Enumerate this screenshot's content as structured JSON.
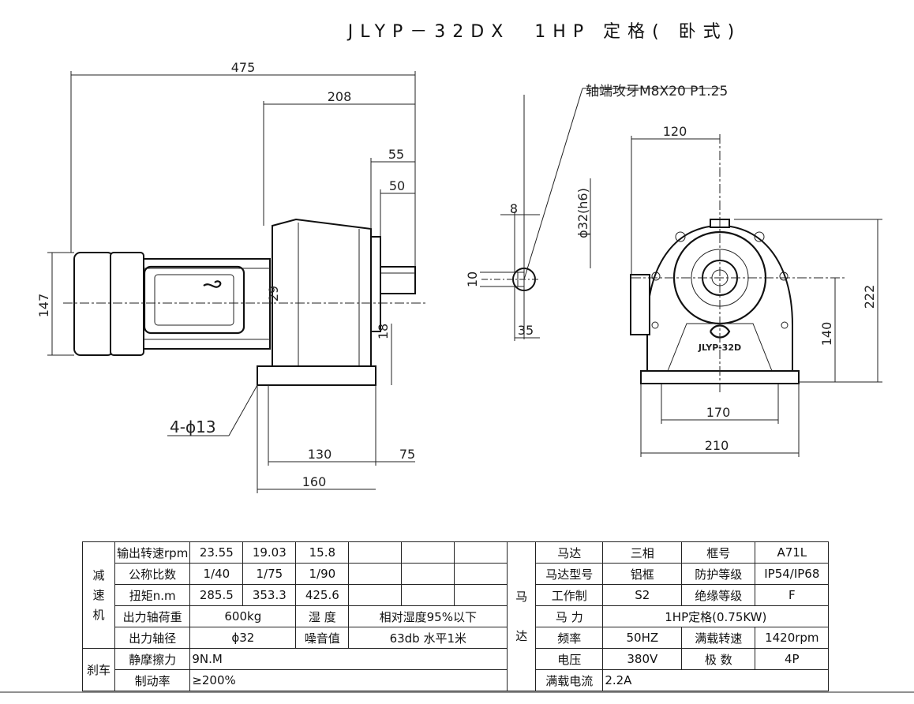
{
  "title": "JLYP－32DX　1HP 定格( 卧式)",
  "dims": {
    "d475": "475",
    "d208": "208",
    "d55": "55",
    "d50": "50",
    "d147": "147",
    "d29": "29",
    "d18": "18",
    "d4phi13": "4-ϕ13",
    "d130": "130",
    "d75": "75",
    "d160": "160",
    "shaft_note": "轴端攻牙M8X20 P1.25",
    "d8": "8",
    "d10": "10",
    "d35": "35",
    "d32h6": "ϕ32(h6)",
    "d120": "120",
    "d222": "222",
    "d140": "140",
    "d170": "170",
    "d210": "210",
    "logo": "JLYP-32D"
  },
  "table": {
    "reducer_label": "减\n速\n机",
    "brake_label": "刹车",
    "motor_label": "马\n\n达",
    "rows": [
      {
        "h": "输出转速rpm",
        "v": [
          "23.55",
          "19.03",
          "15.8",
          "",
          "",
          ""
        ]
      },
      {
        "h": "公称比数",
        "v": [
          "1/40",
          "1/75",
          "1/90",
          "",
          "",
          ""
        ]
      },
      {
        "h": "扭矩n.m",
        "v": [
          "285.5",
          "353.3",
          "425.6",
          "",
          "",
          ""
        ]
      }
    ],
    "load_label": "出力轴荷重",
    "load_val": "600kg",
    "humidity_label": "湿 度",
    "humidity_val": "相对湿度95%以下",
    "shaft_label": "出力轴径",
    "shaft_val": "ϕ32",
    "noise_label": "噪音值",
    "noise_val": "63db 水平1米",
    "friction_label": "静摩擦力",
    "friction_val": "9N.M",
    "braking_label": "制动率",
    "braking_val": "≥200%",
    "motor": {
      "r1": [
        "马达",
        "三相",
        "框号",
        "A71L"
      ],
      "r2": [
        "马达型号",
        "铝框",
        "防护等级",
        "IP54/IP68"
      ],
      "r3": [
        "工作制",
        "S2",
        "绝缘等级",
        "F"
      ],
      "r4": [
        "马 力",
        "1HP定格(0.75KW)"
      ],
      "r5": [
        "频率",
        "50HZ",
        "满载转速",
        "1420rpm"
      ],
      "r6": [
        "电压",
        "380V",
        "极 数",
        "4P"
      ],
      "r7": [
        "满载电流",
        "2.2A"
      ]
    }
  }
}
